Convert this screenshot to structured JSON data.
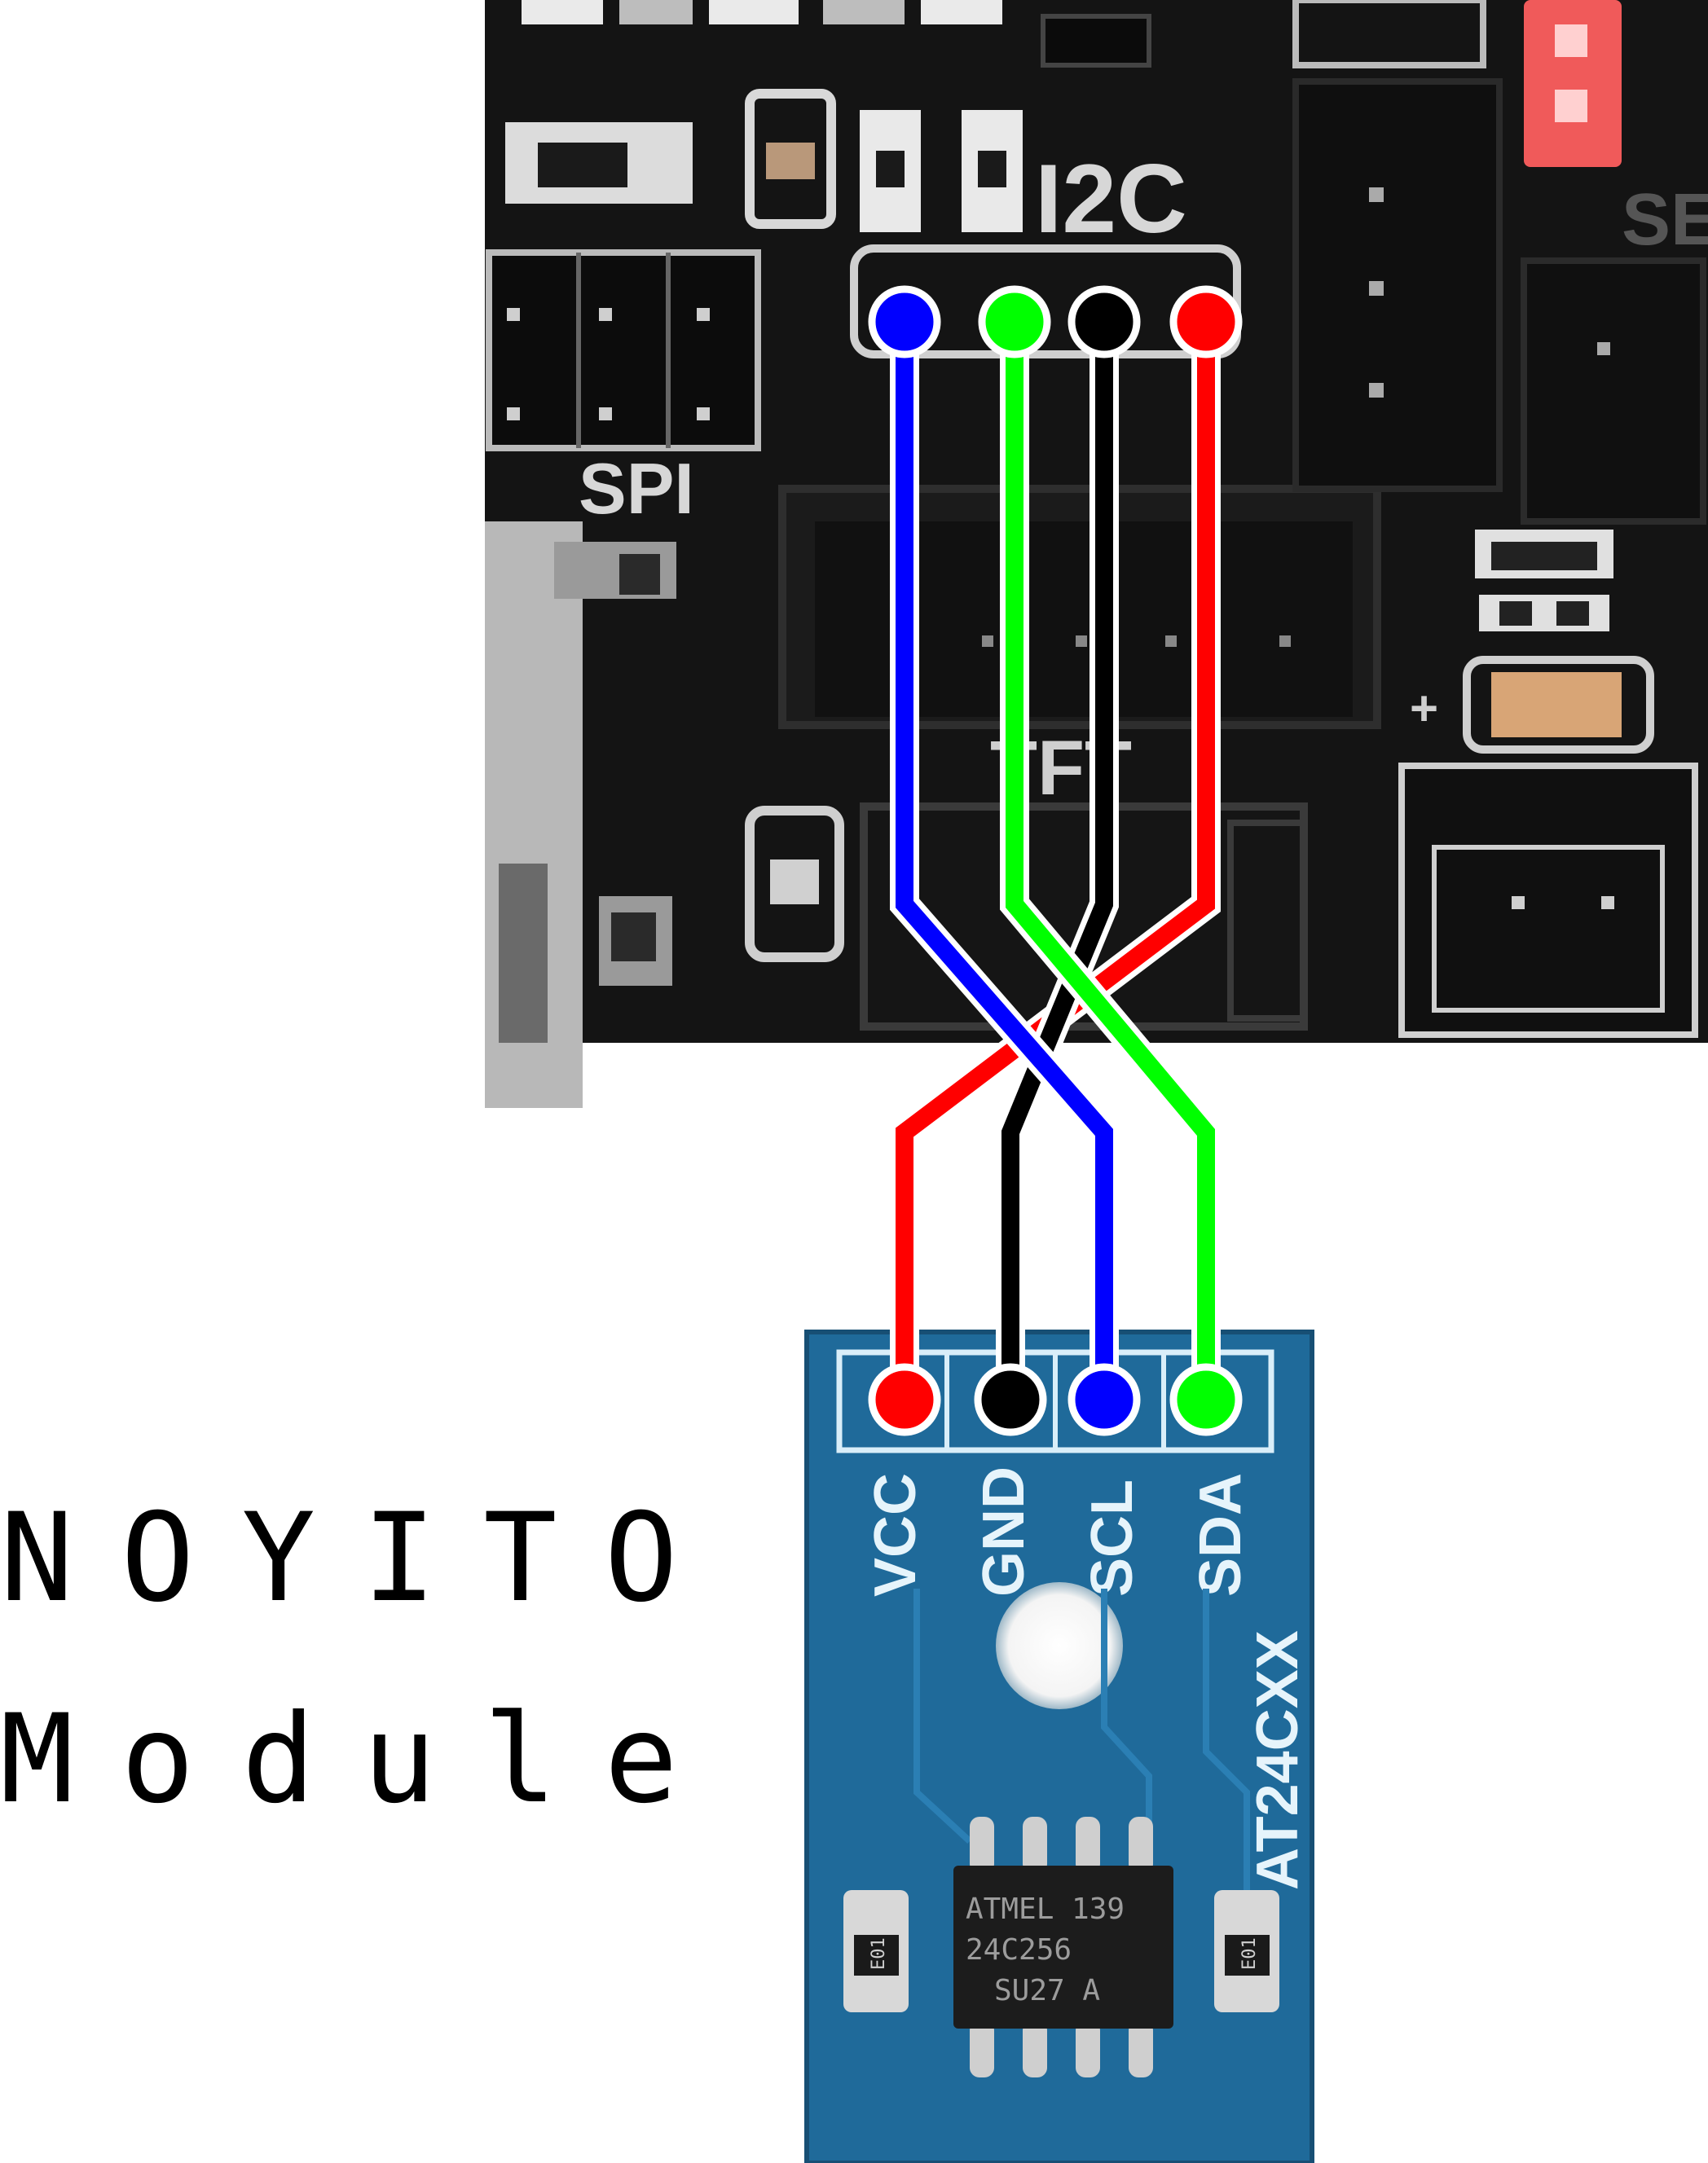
{
  "caption": {
    "line1": "NOYITO",
    "line2": "Module"
  },
  "board": {
    "header_label": "I2C",
    "spi_label": "SPI",
    "tft_label": "TFT",
    "plus_label": "+",
    "edge_label_fragment": "SER"
  },
  "module": {
    "pins": [
      "VCC",
      "GND",
      "SCL",
      "SDA"
    ],
    "model_label": "AT24CXX",
    "chip_lines": [
      "ATMEL 139",
      "24C256",
      "SU27 A"
    ],
    "resistor_code": "E01",
    "pcb_color": "#1f6a9a"
  },
  "wires": [
    {
      "color": "#0000ff",
      "from": "I2C pin 1",
      "to": "SCL"
    },
    {
      "color": "#00ff00",
      "from": "I2C pin 2",
      "to": "SDA"
    },
    {
      "color": "#000000",
      "from": "I2C pin 3",
      "to": "GND"
    },
    {
      "color": "#ff0000",
      "from": "I2C pin 4",
      "to": "VCC"
    }
  ]
}
